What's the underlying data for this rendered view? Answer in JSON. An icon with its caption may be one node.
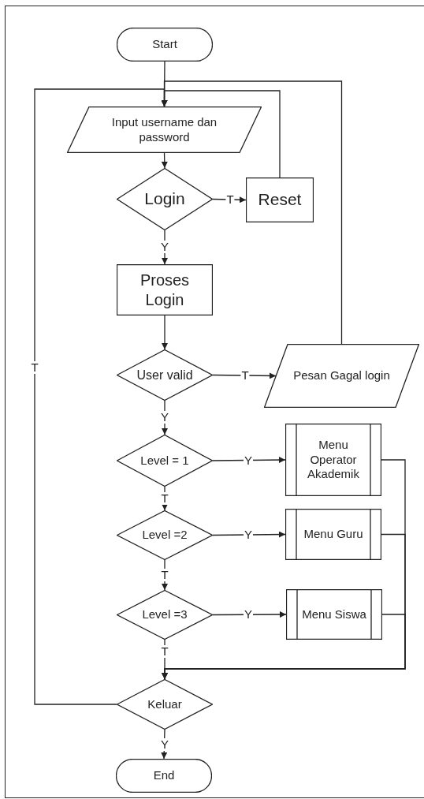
{
  "diagram": {
    "nodes": [
      {
        "text": [
          "Start"
        ]
      },
      {
        "text": [
          "Input username dan password"
        ]
      },
      {
        "text": [
          "Login"
        ]
      },
      {
        "text": [
          "Reset"
        ]
      },
      {
        "text": [
          "Proses Login"
        ]
      },
      {
        "text": [
          "User valid"
        ]
      },
      {
        "text": [
          "Pesan Gagal login"
        ]
      },
      {
        "text": [
          "Level = 1"
        ]
      },
      {
        "text": [
          "Menu Operator Akademik"
        ]
      },
      {
        "text": [
          "Level =2"
        ]
      },
      {
        "text": [
          "Menu Guru"
        ]
      },
      {
        "text": [
          "Level =3"
        ]
      },
      {
        "text": [
          "Menu Siswa"
        ]
      },
      {
        "text": [
          "Keluar"
        ]
      },
      {
        "text": [
          "End"
        ]
      }
    ],
    "edges": [
      {
        "from": 0,
        "to": 1,
        "arrow": "to"
      },
      {
        "from": 1,
        "to": 2,
        "arrow": "to"
      },
      {
        "from": 2,
        "to": 3,
        "arrow": "to",
        "label": "T"
      },
      {
        "from": 3,
        "to": 1,
        "arrow": "to"
      },
      {
        "from": 2,
        "to": 4,
        "arrow": "to",
        "label": "Y"
      },
      {
        "from": 4,
        "to": 5,
        "arrow": "to"
      },
      {
        "from": 5,
        "to": 6,
        "arrow": "to",
        "label": "T"
      },
      {
        "from": 6,
        "to": 1,
        "arrow": "to"
      },
      {
        "from": 5,
        "to": 7,
        "arrow": "to",
        "label": "Y"
      },
      {
        "from": 7,
        "to": 8,
        "arrow": "to",
        "label": "Y"
      },
      {
        "from": 7,
        "to": 9,
        "arrow": "to",
        "label": "T"
      },
      {
        "from": 9,
        "to": 10,
        "arrow": "to",
        "label": "Y"
      },
      {
        "from": 9,
        "to": 11,
        "arrow": "to",
        "label": "T"
      },
      {
        "from": 11,
        "to": 12,
        "arrow": "to",
        "label": "Y"
      },
      {
        "from": 8,
        "to": 13,
        "arrow": "to"
      },
      {
        "from": 10,
        "to": 13,
        "arrow": "to"
      },
      {
        "from": 12,
        "to": 13,
        "arrow": "to"
      },
      {
        "from": 11,
        "to": 13,
        "arrow": "to",
        "label": "T"
      },
      {
        "from": 13,
        "to": 1,
        "arrow": "to",
        "label": "T"
      },
      {
        "from": 13,
        "to": 14,
        "arrow": "to",
        "label": "Y"
      }
    ]
  }
}
